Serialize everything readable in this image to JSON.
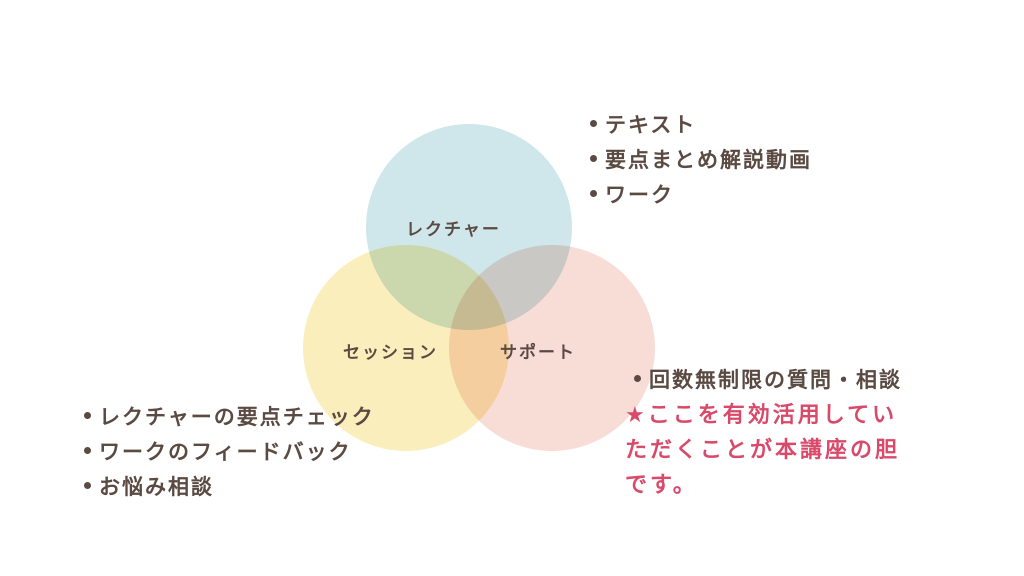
{
  "diagram": {
    "circles": [
      {
        "id": "lecture",
        "label": "レクチャー",
        "color": "#cfe7ea"
      },
      {
        "id": "session",
        "label": "セッション",
        "color": "#fbeebd"
      },
      {
        "id": "support",
        "label": "サポート",
        "color": "#f8ddd6"
      }
    ],
    "lecture_items": [
      "テキスト",
      "要点まとめ解説動画",
      "ワーク"
    ],
    "session_items": [
      "レクチャーの要点チェック",
      "ワークのフィードバック",
      "お悩み相談"
    ],
    "support_items": [
      "回数無制限の質問・相談"
    ],
    "note_lines": [
      "★ここを有効活用してい",
      "ただくことが本講座の胆",
      "です。"
    ],
    "note_color": "#d94a6a",
    "text_color": "#5a4a42"
  }
}
